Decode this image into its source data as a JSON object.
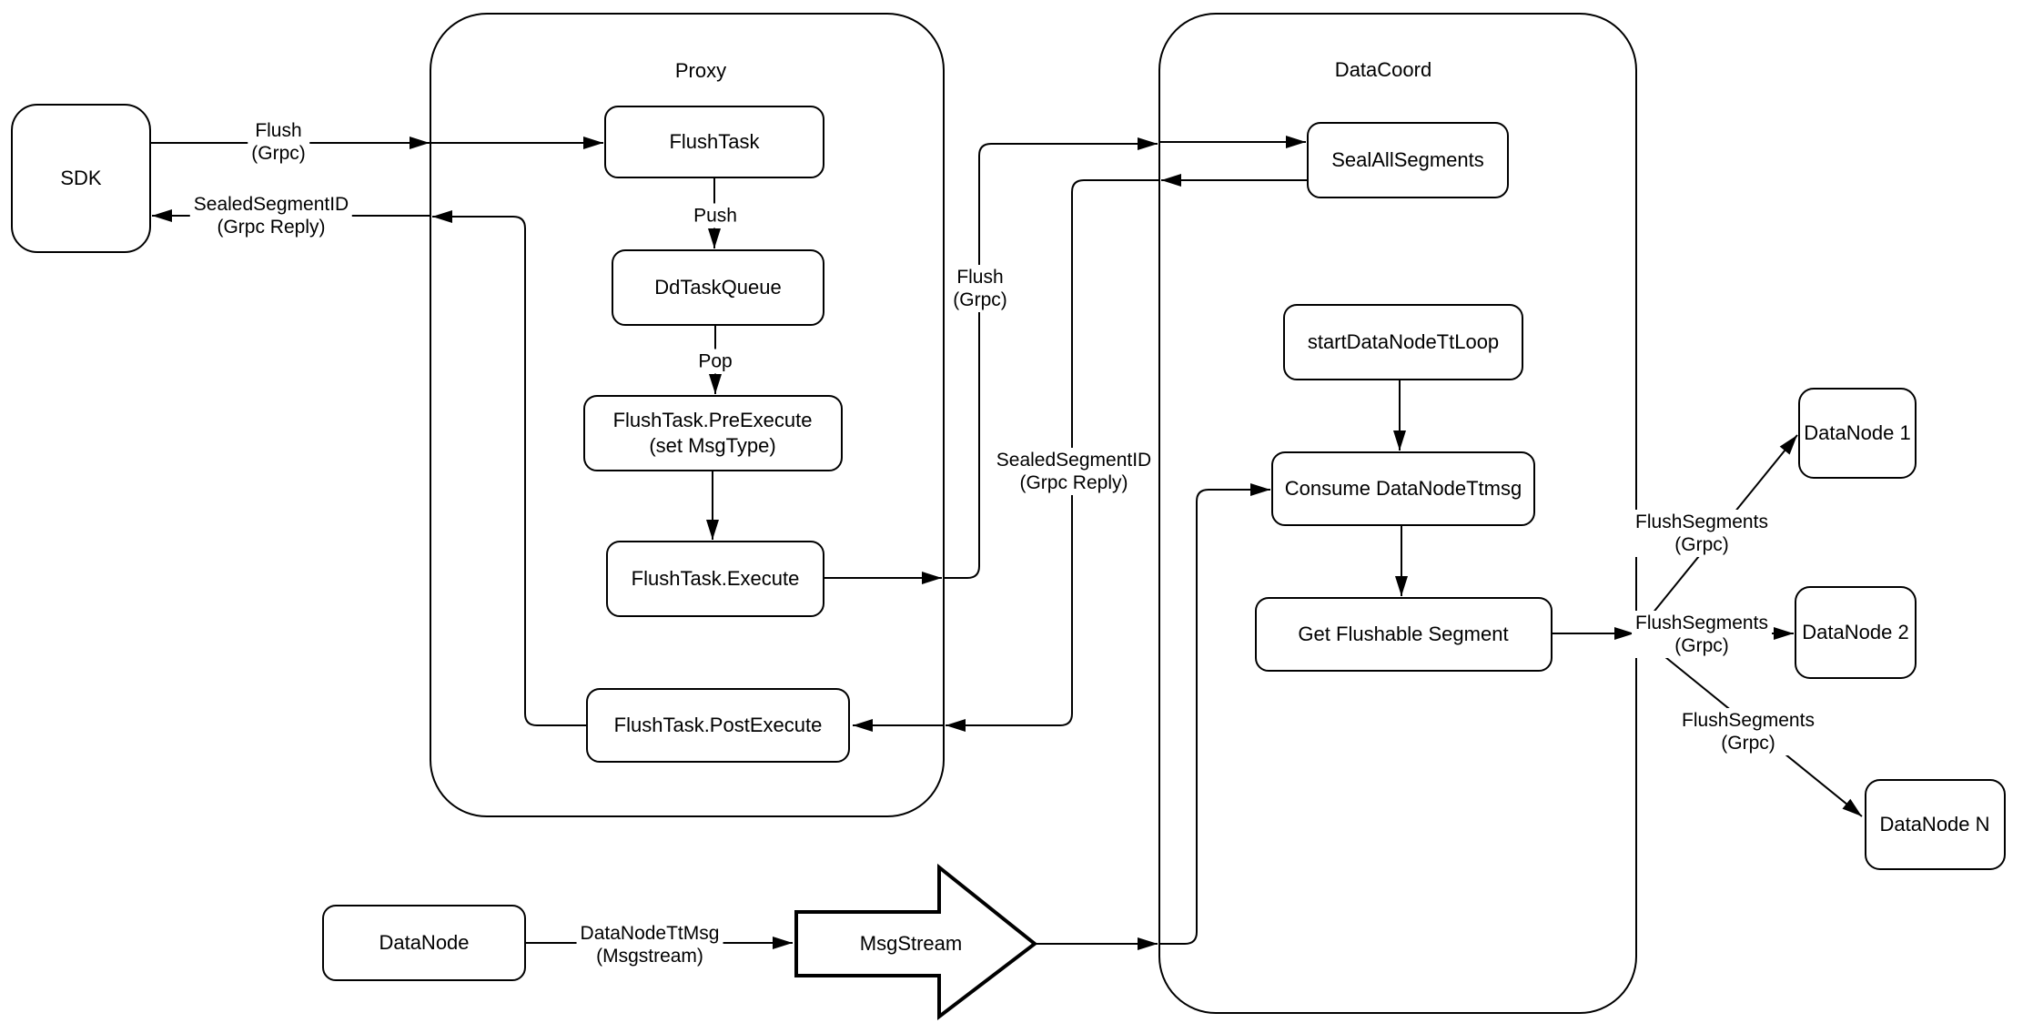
{
  "diagram": {
    "colors": {
      "background": "#ffffff",
      "stroke": "#000000",
      "box_fill": "#ffffff",
      "text": "#000000"
    },
    "containers": {
      "proxy": {
        "title": "Proxy"
      },
      "datacoord": {
        "title": "DataCoord"
      }
    },
    "nodes": {
      "sdk": {
        "label": "SDK"
      },
      "flush_task": {
        "label": "FlushTask"
      },
      "dd_task_queue": {
        "label": "DdTaskQueue"
      },
      "pre_execute": {
        "line1": "FlushTask.PreExecute",
        "line2": "(set MsgType)"
      },
      "execute": {
        "label": "FlushTask.Execute"
      },
      "post_execute": {
        "label": "FlushTask.PostExecute"
      },
      "seal_all_segments": {
        "label": "SealAllSegments"
      },
      "start_datanode_tt_loop": {
        "label": "startDataNodeTtLoop"
      },
      "consume_datanode_ttmsg": {
        "label": "Consume DataNodeTtmsg"
      },
      "get_flushable_segment": {
        "label": "Get Flushable Segment"
      },
      "datanode_1": {
        "label": "DataNode 1"
      },
      "datanode_2": {
        "label": "DataNode 2"
      },
      "datanode_n": {
        "label": "DataNode N"
      },
      "datanode_source": {
        "label": "DataNode"
      },
      "msgstream": {
        "label": "MsgStream"
      }
    },
    "edge_labels": {
      "flush_sdk_to_proxy": {
        "line1": "Flush",
        "line2": "(Grpc)"
      },
      "sealed_proxy_to_sdk": {
        "line1": "SealedSegmentID",
        "line2": "(Grpc Reply)"
      },
      "push": {
        "label": "Push"
      },
      "pop": {
        "label": "Pop"
      },
      "flush_proxy_to_datacoord": {
        "line1": "Flush",
        "line2": "(Grpc)"
      },
      "sealed_datacoord_to_proxy": {
        "line1": "SealedSegmentID",
        "line2": "(Grpc Reply)"
      },
      "datanode_ttmsg": {
        "line1": "DataNodeTtMsg",
        "line2": "(Msgstream)"
      },
      "flush_segments_1": {
        "line1": "FlushSegments",
        "line2": "(Grpc)"
      },
      "flush_segments_2": {
        "line1": "FlushSegments",
        "line2": "(Grpc)"
      },
      "flush_segments_3": {
        "line1": "FlushSegments",
        "line2": "(Grpc)"
      }
    }
  }
}
